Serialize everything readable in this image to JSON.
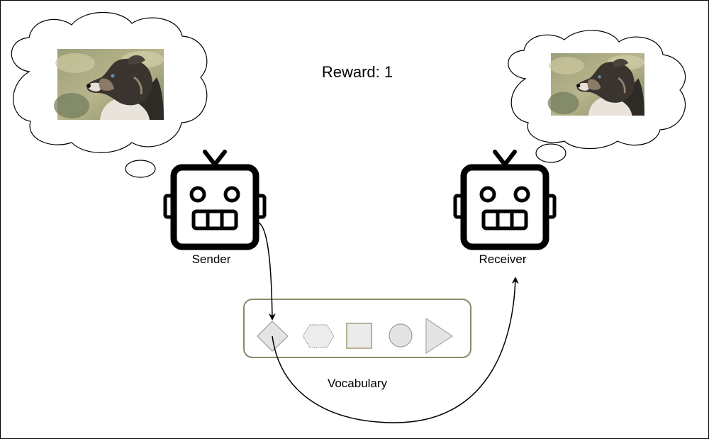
{
  "reward": {
    "label": "Reward: 1"
  },
  "agents": {
    "sender": {
      "label": "Sender"
    },
    "receiver": {
      "label": "Receiver"
    }
  },
  "vocabulary": {
    "label": "Vocabulary",
    "symbols": [
      "diamond",
      "hexagon",
      "square",
      "circle",
      "triangle"
    ]
  },
  "thoughts": {
    "sender_image": "dog-photo",
    "receiver_image": "dog-photo"
  },
  "colors": {
    "robot": "#000000",
    "vocab_border": "#8a8a6a",
    "symbol_fill": "#e4e4e4",
    "symbol_stroke": "#9c9c9c"
  }
}
